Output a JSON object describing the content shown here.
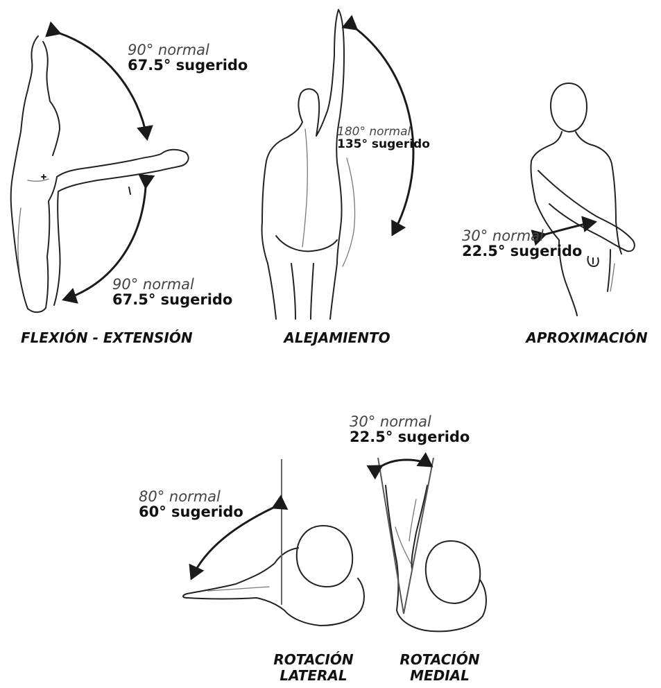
{
  "movements": {
    "flexion_extension": {
      "caption": "FLEXIÓN - EXTENSIÓN",
      "upper": {
        "normal": "90° normal",
        "suggested": "67.5° sugerido"
      },
      "lower": {
        "normal": "90° normal",
        "suggested": "67.5° sugerido"
      }
    },
    "alejamiento": {
      "caption": "ALEJAMIENTO",
      "normal": "180° normal",
      "suggested": "135° sugerido"
    },
    "aproximacion": {
      "caption": "APROXIMACIÓN",
      "normal": "30° normal",
      "suggested": "22.5° sugerido"
    },
    "rotacion_lateral": {
      "caption_line1": "ROTACIÓN",
      "caption_line2": "LATERAL",
      "normal": "80° normal",
      "suggested": "60° sugerido"
    },
    "rotacion_medial": {
      "caption_line1": "ROTACIÓN",
      "caption_line2": "MEDIAL",
      "normal": "30° normal",
      "suggested": "22.5° sugerido"
    }
  }
}
